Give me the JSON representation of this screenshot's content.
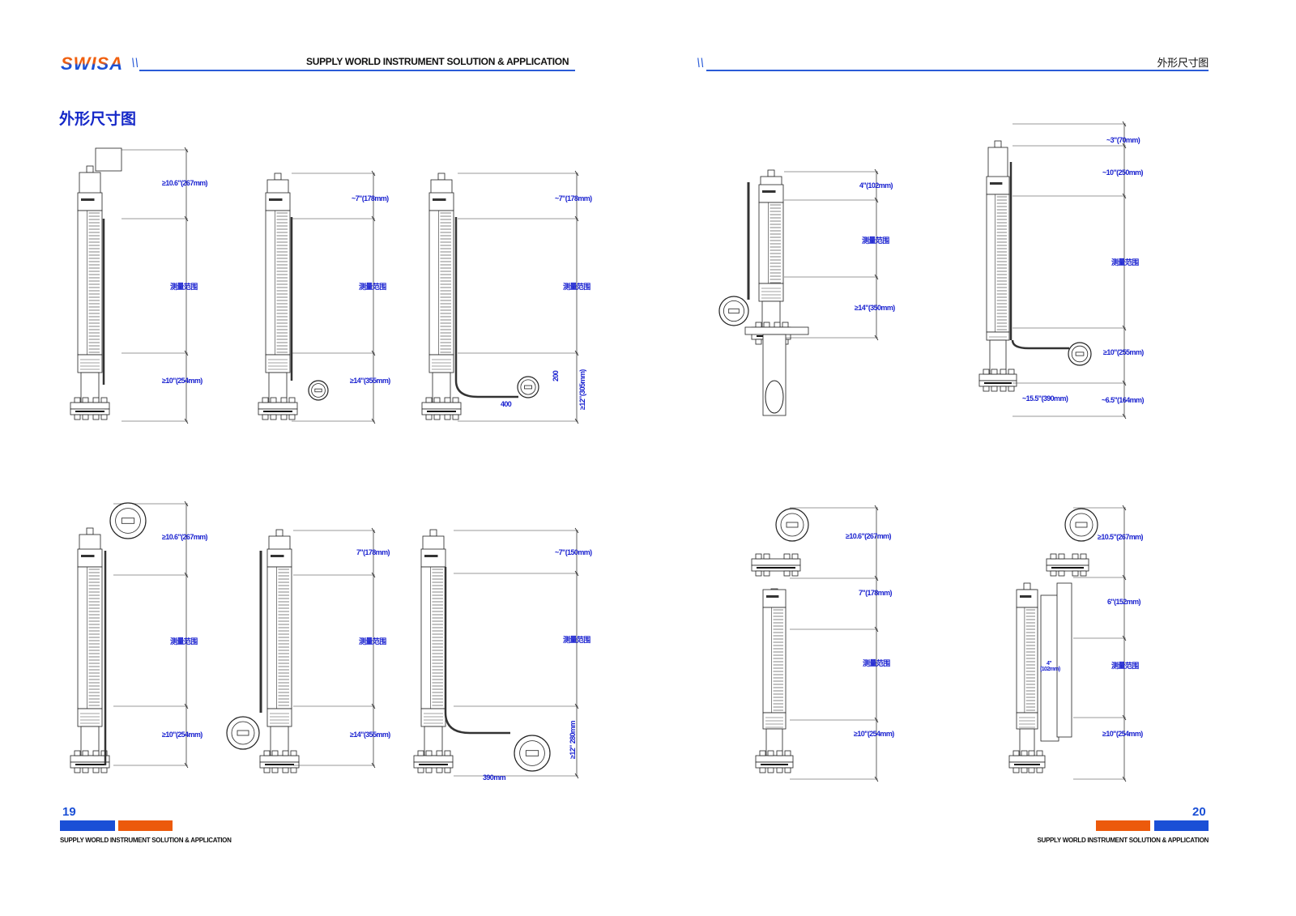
{
  "header": {
    "logo": "SWISA",
    "tagline": "SUPPLY WORLD INSTRUMENT SOLUTION & APPLICATION",
    "right_title": "外形尺寸图"
  },
  "page_title": "外形尺寸图",
  "figures": [
    {
      "labels": [
        "≥10.6\"(267mm)",
        "测量范围",
        "≥10\"(254mm)"
      ]
    },
    {
      "labels": [
        "~7\"(178mm)",
        "测量范围",
        "≥14\"(355mm)"
      ]
    },
    {
      "labels": [
        "~7\"(178mm)",
        "测量范围",
        "≥12\"(305mm)",
        "200",
        "400"
      ]
    },
    {
      "labels": [
        "4\"(102mm)",
        "测量范围",
        "≥14\"(350mm)"
      ]
    },
    {
      "labels": [
        "~3\"(70mm)",
        "~10\"(250mm)",
        "测量范围",
        "≥10\"(255mm)",
        "~15.5\"(390mm)",
        "~6.5\"(164mm)"
      ]
    },
    {
      "labels": [
        "≥10.6\"(267mm)",
        "测量范围",
        "≥10\"(254mm)"
      ]
    },
    {
      "labels": [
        "7\"(178mm)",
        "测量范围",
        "≥14\"(355mm)"
      ]
    },
    {
      "labels": [
        "~7\"(150mm)",
        "测量范围",
        "≥12\" 280mm",
        "390mm"
      ]
    },
    {
      "labels": [
        "≥10.6\"(267mm)",
        "7\"(178mm)",
        "测量范围",
        "≥10\"(254mm)"
      ]
    },
    {
      "labels": [
        "≥10.5\"(267mm)",
        "6\"(152mm)",
        "测量范围",
        "≥10\"(254mm)",
        "4\"(102mm)"
      ]
    }
  ],
  "footer": {
    "left_page": "19",
    "right_page": "20",
    "tagline": "SUPPLY WORLD INSTRUMENT SOLUTION & APPLICATION"
  },
  "colors": {
    "blue": "#1a4fd6",
    "orange": "#ec5a0c",
    "dim_text": "#1a22d0"
  }
}
